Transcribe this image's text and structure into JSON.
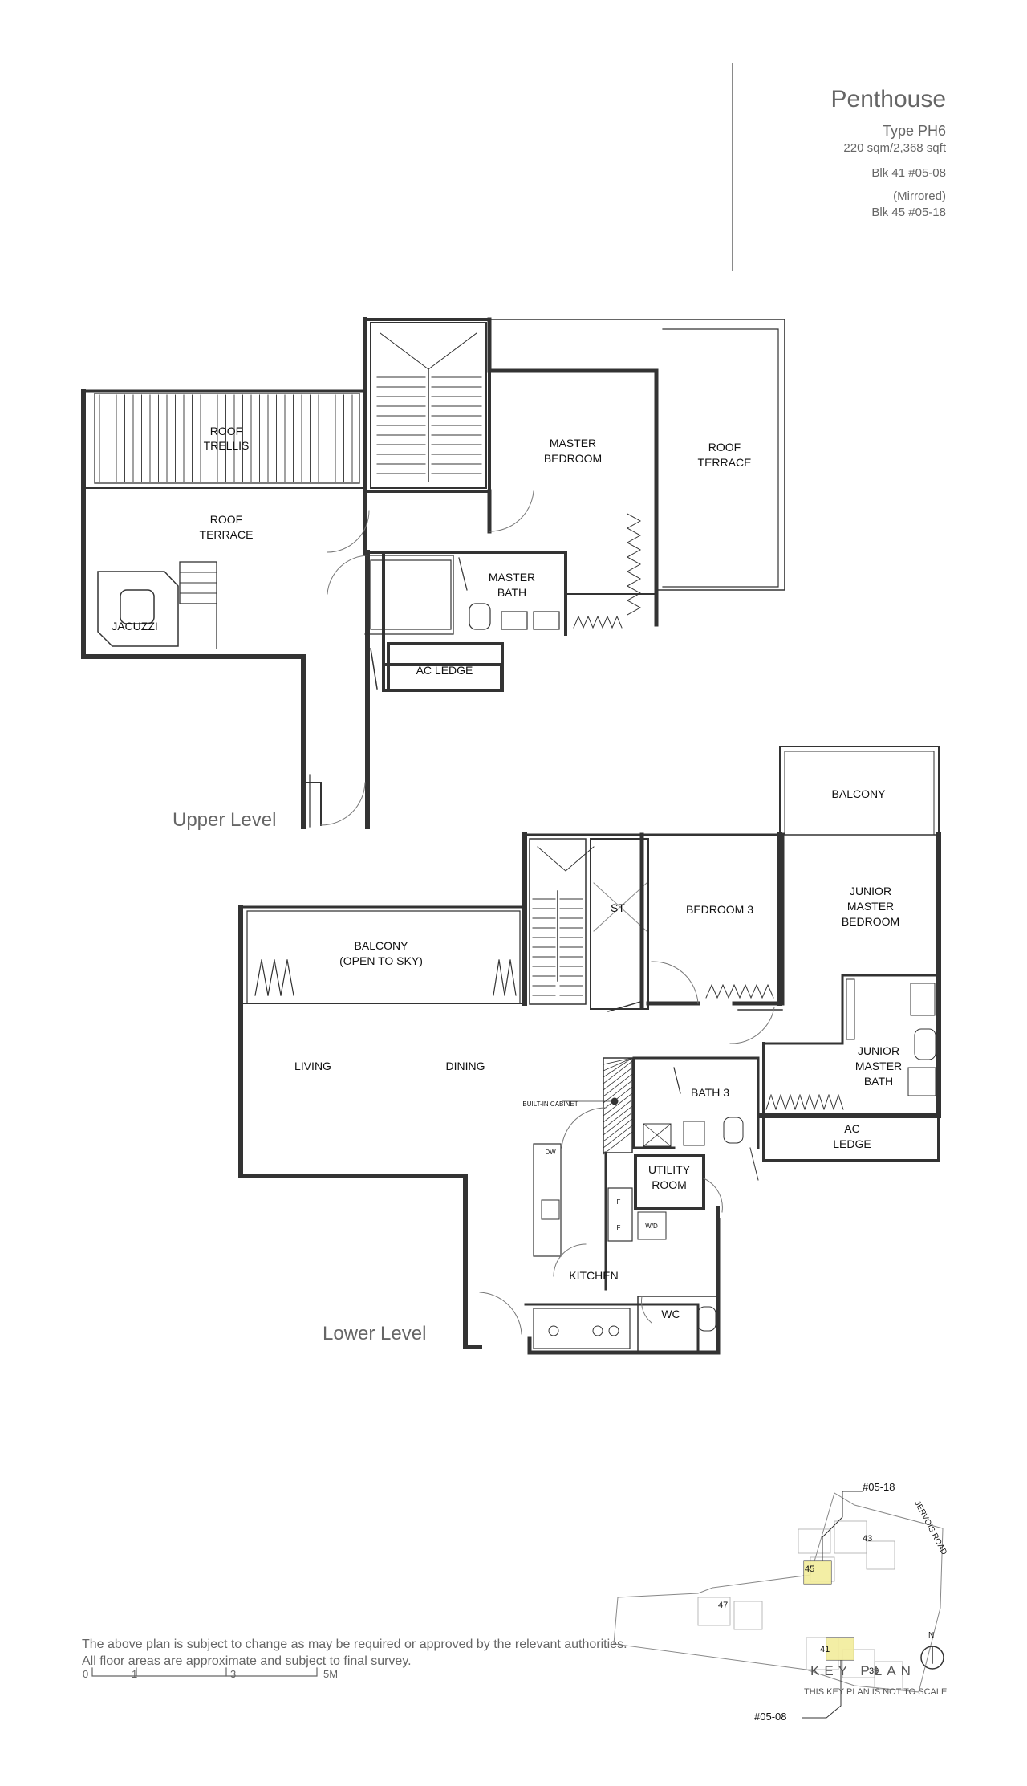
{
  "unit": {
    "title": "Penthouse",
    "type": "Type PH6",
    "area": "220 sqm/2,368 sqft",
    "block_primary": "Blk 41 #05-08",
    "mirrored_label": "(Mirrored)",
    "block_mirrored": "Blk 45 #05-18"
  },
  "levels": {
    "upper": "Upper Level",
    "lower": "Lower Level"
  },
  "upper_rooms": {
    "roof_trellis_1": "ROOF",
    "roof_trellis_2": "TRELLIS",
    "roof_terrace_left_1": "ROOF",
    "roof_terrace_left_2": "TERRACE",
    "jacuzzi": "JACUZZI",
    "master_bedroom_1": "MASTER",
    "master_bedroom_2": "BEDROOM",
    "roof_terrace_right_1": "ROOF",
    "roof_terrace_right_2": "TERRACE",
    "master_bath_1": "MASTER",
    "master_bath_2": "BATH",
    "ac_ledge": "AC LEDGE"
  },
  "lower_rooms": {
    "balcony_top": "BALCONY",
    "st": "ST",
    "bedroom3": "BEDROOM 3",
    "junior_master_bedroom_1": "JUNIOR",
    "junior_master_bedroom_2": "MASTER",
    "junior_master_bedroom_3": "BEDROOM",
    "balcony_open_1": "BALCONY",
    "balcony_open_2": "(OPEN TO SKY)",
    "living": "LIVING",
    "dining": "DINING",
    "built_in_cabinet": "BUILT-IN CABINET",
    "bath3": "BATH 3",
    "junior_master_bath_1": "JUNIOR",
    "junior_master_bath_2": "MASTER",
    "junior_master_bath_3": "BATH",
    "ac_ledge_1": "AC",
    "ac_ledge_2": "LEDGE",
    "utility_room_1": "UTILITY",
    "utility_room_2": "ROOM",
    "kitchen": "KITCHEN",
    "wc": "WC",
    "dw": "DW",
    "f1": "F",
    "f2": "F",
    "wd": "W/D"
  },
  "key_plan": {
    "unit_top": "#05-18",
    "unit_bottom": "#05-08",
    "road": "JERVOIS ROAD",
    "blk_45": "45",
    "blk_43": "43",
    "blk_47a": "47",
    "blk_41": "41",
    "blk_39": "39",
    "title": "KEY PLAN",
    "note": "THIS KEY PLAN IS NOT TO SCALE",
    "north": "N",
    "highlight_color": "#f2ec9b"
  },
  "scale_bar": {
    "t0": "0",
    "t1": "1",
    "t3": "3",
    "t5": "5M"
  },
  "disclaimer": {
    "line1": "The above plan is subject to change as may be required or approved by the relevant authorities.",
    "line2": "All floor areas are approximate and subject to final survey."
  }
}
